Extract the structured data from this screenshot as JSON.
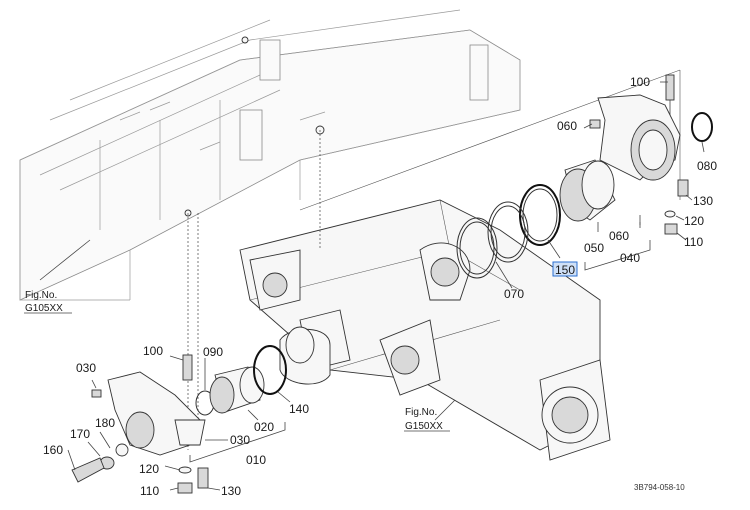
{
  "callouts": {
    "c100_top": "100",
    "c060_top": "060",
    "c080": "080",
    "c130_top": "130",
    "c120_top": "120",
    "c110_top": "110",
    "c060_mid": "060",
    "c050": "050",
    "c040": "040",
    "c150": "150",
    "c070": "070",
    "c100_left": "100",
    "c090": "090",
    "c030_left": "030",
    "c140": "140",
    "c020": "020",
    "c180": "180",
    "c170": "170",
    "c030_bottom": "030",
    "c160": "160",
    "c010": "010",
    "c120_bottom": "120",
    "c110_bottom": "110",
    "c130_bottom": "130"
  },
  "highlighted_callout": "150",
  "fig_refs": {
    "frame_label": "Fig.No.",
    "frame_code": "G105XX",
    "axle_label": "Fig.No.",
    "axle_code": "G150XX"
  },
  "drawing_number": "3B794-058-10",
  "colors": {
    "highlight_fill": "#cfe0f7",
    "highlight_border": "#2b6fd1",
    "line": "#333333"
  }
}
